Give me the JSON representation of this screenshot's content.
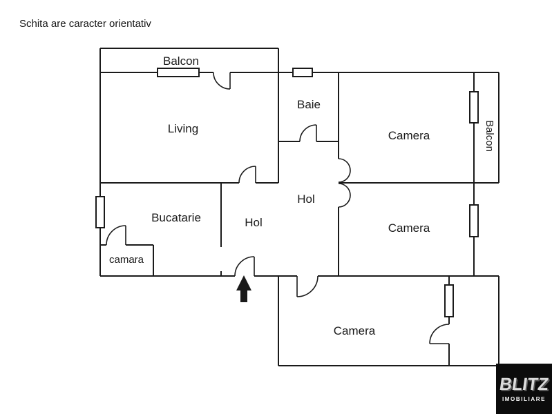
{
  "disclaimer": "Schita are caracter orientativ",
  "rooms": {
    "balcon_top": "Balcon",
    "living": "Living",
    "baie": "Baie",
    "camera_top": "Camera",
    "balcon_right": "Balcon",
    "bucatarie": "Bucatarie",
    "hol_upper": "Hol",
    "hol_lower": "Hol",
    "camara": "camara",
    "camera_mid": "Camera",
    "camera_bottom": "Camera"
  },
  "logo": {
    "brand": "BLITZ",
    "tagline": "IMOBILIARE"
  },
  "colors": {
    "wall": "#1a1a1a",
    "text": "#1a1a1a",
    "background": "#ffffff",
    "logo_bg": "#0c0c0c",
    "logo_text": "#dcdcdc"
  }
}
